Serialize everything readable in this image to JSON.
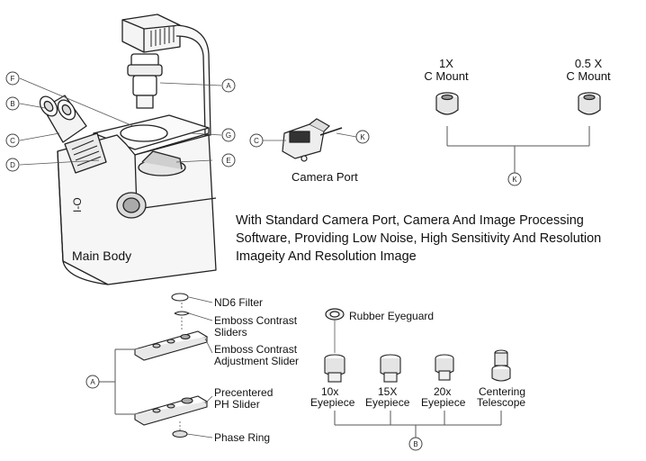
{
  "main_body": {
    "caption": "Main Body",
    "callouts": [
      "A",
      "B",
      "C",
      "D",
      "E",
      "F",
      "G"
    ]
  },
  "camera_port": {
    "caption": "Camera Port",
    "callouts": [
      "C",
      "K"
    ]
  },
  "c_mounts": {
    "items": [
      {
        "line1": "1X",
        "line2": "C Mount"
      },
      {
        "line1": "0.5 X",
        "line2": "C Mount"
      }
    ],
    "group_callout": "K"
  },
  "description": {
    "line1": "With Standard Camera Port, Camera And Image Processing",
    "line2": "Software, Providing Low Noise, High Sensitivity And Resolution",
    "line3": "Imageity And Resolution Image"
  },
  "sliders": {
    "group_callout": "A",
    "labels": {
      "nd6": "ND6 Filter",
      "emboss_line1": "Emboss Contrast",
      "emboss_line2": "Sliders",
      "adjust_line1": "Emboss Contrast",
      "adjust_line2": "Adjustment Slider",
      "ph_line1": "Precentered",
      "ph_line2": "PH Slider",
      "phase_ring": "Phase Ring"
    }
  },
  "eyepieces": {
    "eyeguard": "Rubber Eyeguard",
    "group_callout": "B",
    "items": [
      {
        "line1": "10x",
        "line2": "Eyepiece"
      },
      {
        "line1": "15X",
        "line2": "Eyepiece"
      },
      {
        "line1": "20x",
        "line2": "Eyepiece"
      },
      {
        "line1": "Centering",
        "line2": "Telescope"
      }
    ]
  }
}
